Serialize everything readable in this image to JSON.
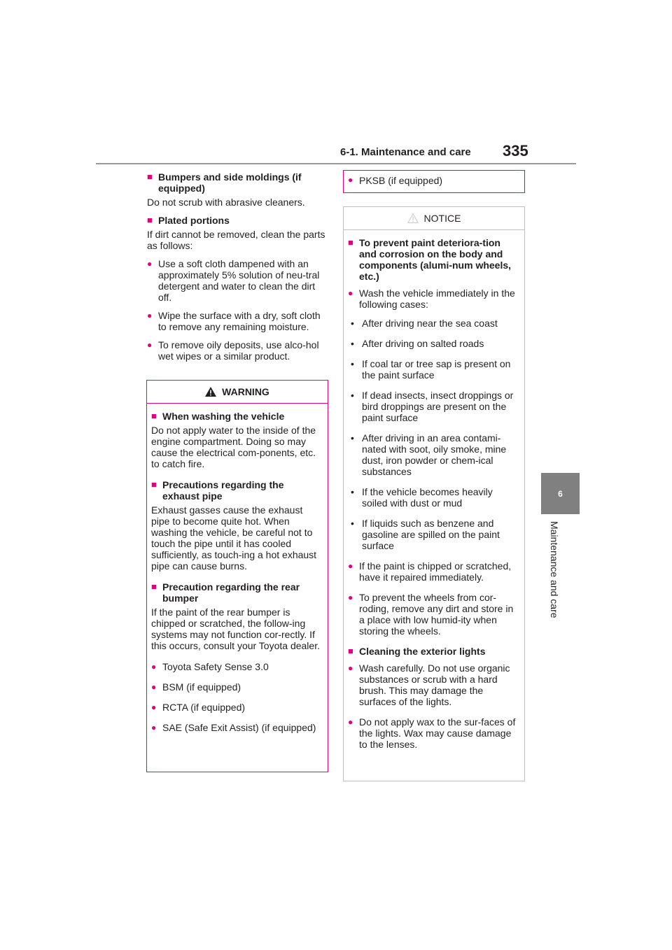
{
  "header": {
    "section": "6-1. Maintenance and care",
    "page_number": "335"
  },
  "side": {
    "chapter_number": "6",
    "chapter_title": "Maintenance and care"
  },
  "left": {
    "bumpers_heading": "Bumpers and side moldings (if equipped)",
    "bumpers_text": "Do not scrub with abrasive cleaners.",
    "plated_heading": "Plated portions",
    "plated_text": "If dirt cannot be removed, clean the parts as follows:",
    "plated_bullets": [
      "Use a soft cloth dampened with an approximately 5% solution of neu-tral detergent and water to clean the dirt off.",
      "Wipe the surface with a dry, soft cloth to remove any remaining moisture.",
      "To remove oily deposits, use alco-hol wet wipes or a similar product."
    ]
  },
  "warning": {
    "title": "WARNING",
    "h1": "When washing the vehicle",
    "t1": "Do not apply water to the inside of the engine compartment. Doing so may cause the electrical com-ponents, etc. to catch fire.",
    "h2": "Precautions regarding the exhaust pipe",
    "t2": "Exhaust gasses cause the exhaust pipe to become quite hot. When washing the vehicle, be careful not to touch the pipe until it has cooled sufficiently, as touch-ing a hot exhaust pipe can cause burns.",
    "h3": "Precaution regarding the rear bumper",
    "t3": "If the paint of the rear bumper is chipped or scratched, the follow-ing systems may not function cor-rectly. If this occurs, consult your Toyota dealer.",
    "bullets": [
      "Toyota Safety Sense 3.0",
      "BSM (if equipped)",
      "RCTA (if equipped)",
      "SAE (Safe Exit Assist) (if equipped)"
    ]
  },
  "pksb": "PKSB (if equipped)",
  "notice": {
    "title": "NOTICE",
    "h1": "To prevent paint deteriora-tion and corrosion on the body and components (alumi-num wheels, etc.)",
    "b1": "Wash the vehicle immediately in the following cases:",
    "cases": [
      "After driving near the sea coast",
      "After driving on salted roads",
      "If coal tar or tree sap is present on the paint surface",
      "If dead insects, insect droppings or bird droppings are present on the paint surface",
      "After driving in an area contami-nated with soot, oily smoke, mine dust, iron powder or chem-ical substances",
      "If the vehicle becomes heavily soiled with dust or mud",
      "If liquids such as benzene and gasoline are spilled on the paint surface"
    ],
    "b2": "If the paint is chipped or scratched, have it repaired immediately.",
    "b3": "To prevent the wheels from cor-roding, remove any dirt and store in a place with low humid-ity when storing the wheels.",
    "h2": "Cleaning the exterior lights",
    "b4": "Wash carefully. Do not use organic substances or scrub with a hard brush. This may damage the surfaces of the lights.",
    "b5": "Do not apply wax to the sur-faces of the lights. Wax may cause damage to the lenses."
  },
  "colors": {
    "accent": "#e3007f",
    "tab": "#808080"
  }
}
